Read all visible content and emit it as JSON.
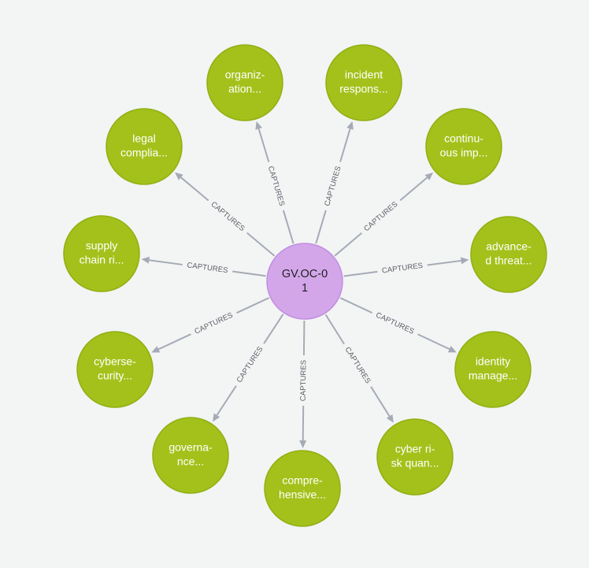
{
  "graph": {
    "center": {
      "label_lines": [
        "GV.OC-0",
        "1"
      ],
      "color": "#d3a6ea"
    },
    "leaf_color": "#a4c11b",
    "edge_color": "#a5abb6",
    "edge_label": "CAPTURES",
    "leaves": [
      {
        "id": "organization",
        "label_lines": [
          "organiz-",
          "ation..."
        ]
      },
      {
        "id": "incident-response",
        "label_lines": [
          "incident",
          "respons..."
        ]
      },
      {
        "id": "continuous-improvement",
        "label_lines": [
          "continu-",
          "ous imp..."
        ]
      },
      {
        "id": "advanced-threat",
        "label_lines": [
          "advance-",
          "d threat..."
        ]
      },
      {
        "id": "identity-management",
        "label_lines": [
          "identity",
          "manage..."
        ]
      },
      {
        "id": "cyber-risk-quantification",
        "label_lines": [
          "cyber ri-",
          "sk quan..."
        ]
      },
      {
        "id": "comprehensive",
        "label_lines": [
          "compre-",
          "hensive..."
        ]
      },
      {
        "id": "governance",
        "label_lines": [
          "governa-",
          "nce..."
        ]
      },
      {
        "id": "cybersecurity",
        "label_lines": [
          "cyberse-",
          "curity..."
        ]
      },
      {
        "id": "supply-chain-risk",
        "label_lines": [
          "supply",
          "chain ri..."
        ]
      },
      {
        "id": "legal-compliance",
        "label_lines": [
          "legal",
          "complia..."
        ]
      }
    ]
  }
}
